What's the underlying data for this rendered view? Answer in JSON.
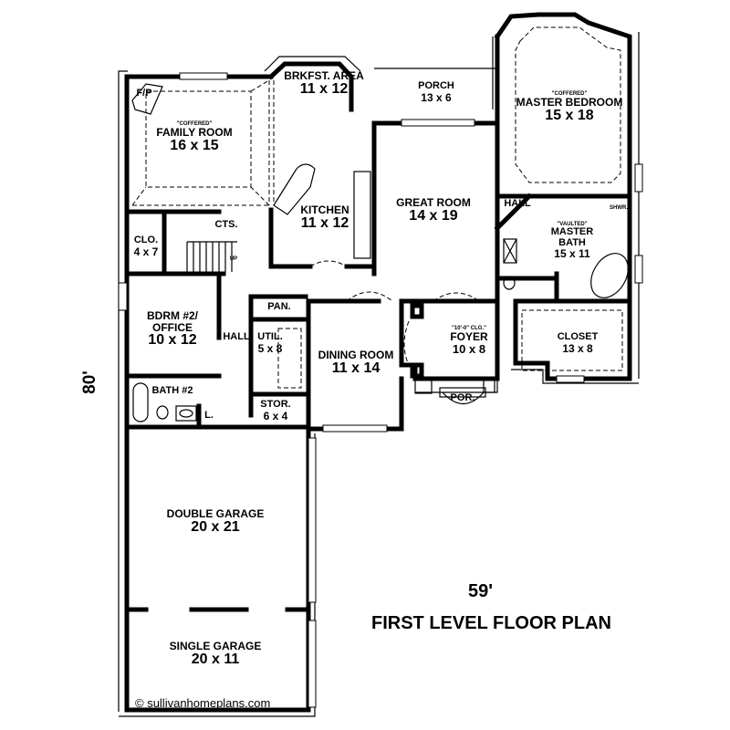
{
  "plan": {
    "title": "FIRST LEVEL FLOOR PLAN",
    "width_dim": "59'",
    "depth_dim": "80'",
    "copyright": "© sullivanhomeplans.com"
  },
  "rooms": {
    "family_room": {
      "note": "\"COFFERED\"",
      "name": "FAMILY ROOM",
      "dims": "16 x 15"
    },
    "fireplace": {
      "name": "F/P"
    },
    "breakfast": {
      "name": "BRKFST. AREA",
      "dims": "11 x 12"
    },
    "porch_rear": {
      "name": "PORCH",
      "dims": "13 x 6"
    },
    "master_bedroom": {
      "note": "\"COFFERED\"",
      "name": "MASTER BEDROOM",
      "dims": "15 x 18"
    },
    "kitchen": {
      "name": "KITCHEN",
      "dims": "11 x 12"
    },
    "great_room": {
      "name": "GREAT ROOM",
      "dims": "14 x 19"
    },
    "hall_master": {
      "name": "HALL"
    },
    "master_bath": {
      "note": "\"VAULTED\"",
      "name_1": "MASTER",
      "name_2": "BATH",
      "dims": "15 x 11"
    },
    "shower": {
      "name": "SHWR."
    },
    "closet_small": {
      "name": "CLO.",
      "dims": "4 x 7"
    },
    "cts": {
      "name": "CTS."
    },
    "stairs": {
      "name": "UP"
    },
    "bedroom2": {
      "name_1": "BDRM #2/",
      "name_2": "OFFICE",
      "dims": "10 x 12"
    },
    "pantry": {
      "name": "PAN."
    },
    "hall_main": {
      "name": "HALL"
    },
    "utility": {
      "name": "UTIL.",
      "dims": "5 x 8"
    },
    "dining_room": {
      "name": "DINING ROOM",
      "dims": "11 x 14"
    },
    "foyer": {
      "note": "\"10'-0\" CLG.\"",
      "name": "FOYER",
      "dims": "10 x 8"
    },
    "closet_master": {
      "name": "CLOSET",
      "dims": "13 x 8"
    },
    "bath2": {
      "name": "BATH #2"
    },
    "linen": {
      "name": "L."
    },
    "storage": {
      "name": "STOR.",
      "dims": "6 x 4"
    },
    "porch_front": {
      "name": "POR."
    },
    "double_garage": {
      "name": "DOUBLE GARAGE",
      "dims": "20 x 21"
    },
    "single_garage": {
      "name": "SINGLE GARAGE",
      "dims": "20 x 11"
    }
  }
}
